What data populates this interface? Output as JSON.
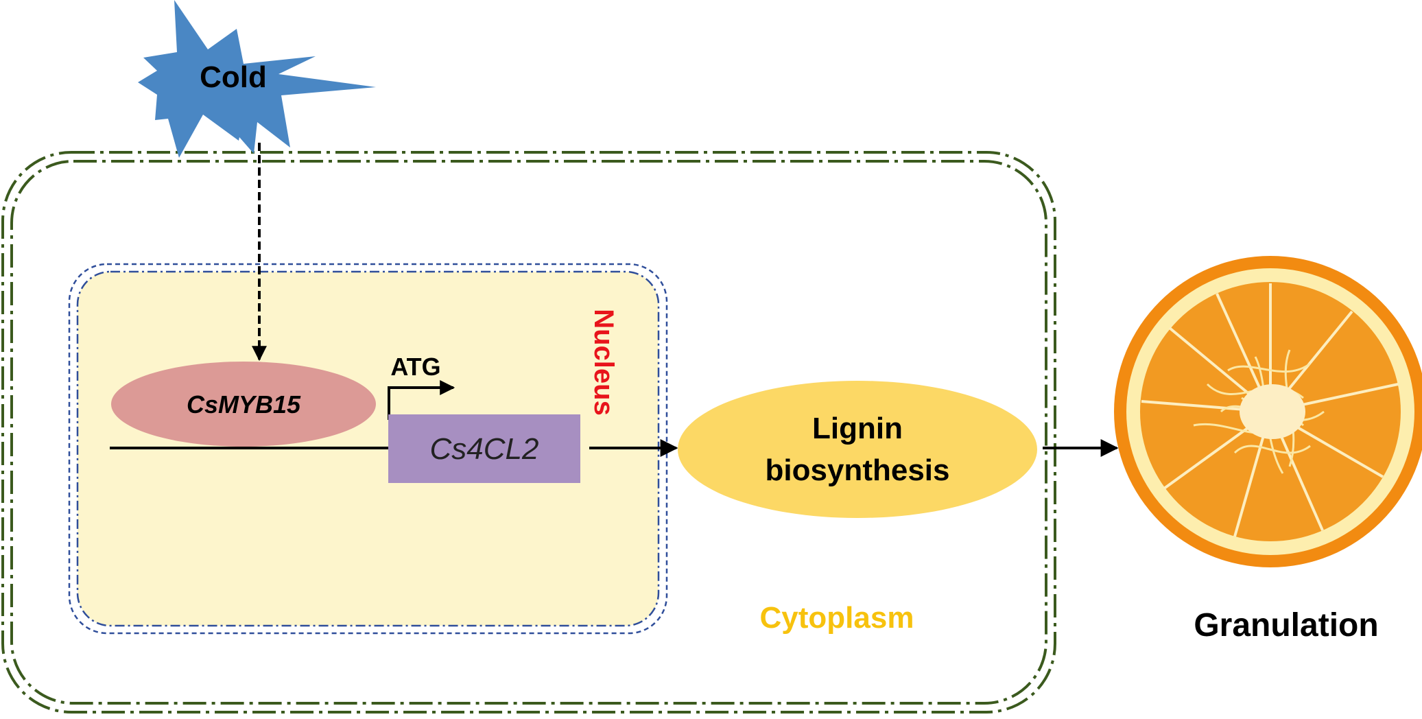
{
  "labels": {
    "cold": "Cold",
    "nucleus": "Nucleus",
    "cytoplasm": "Cytoplasm",
    "tf": "CsMYB15",
    "start_codon": "ATG",
    "gene": "Cs4CL2",
    "process_line1": "Lignin",
    "process_line2": "biosynthesis",
    "outcome": "Granulation"
  },
  "colors": {
    "cold_star": "#4a87c4",
    "cell_border": "#3b5a1e",
    "nucleus_border": "#2f4e9a",
    "nucleus_fill": "#fdf5cc",
    "nucleus_label": "#e8141b",
    "cytoplasm_label": "#f7c20e",
    "tf_fill": "#dc9a96",
    "gene_fill": "#a78fc1",
    "lignin_fill": "#fcd865",
    "orange_peel": "#f28b11",
    "orange_pith": "#fdeeae",
    "orange_flesh": "#f29a22"
  },
  "icons": {
    "cold": "burst-star",
    "orange": "sliced-orange-photo"
  }
}
